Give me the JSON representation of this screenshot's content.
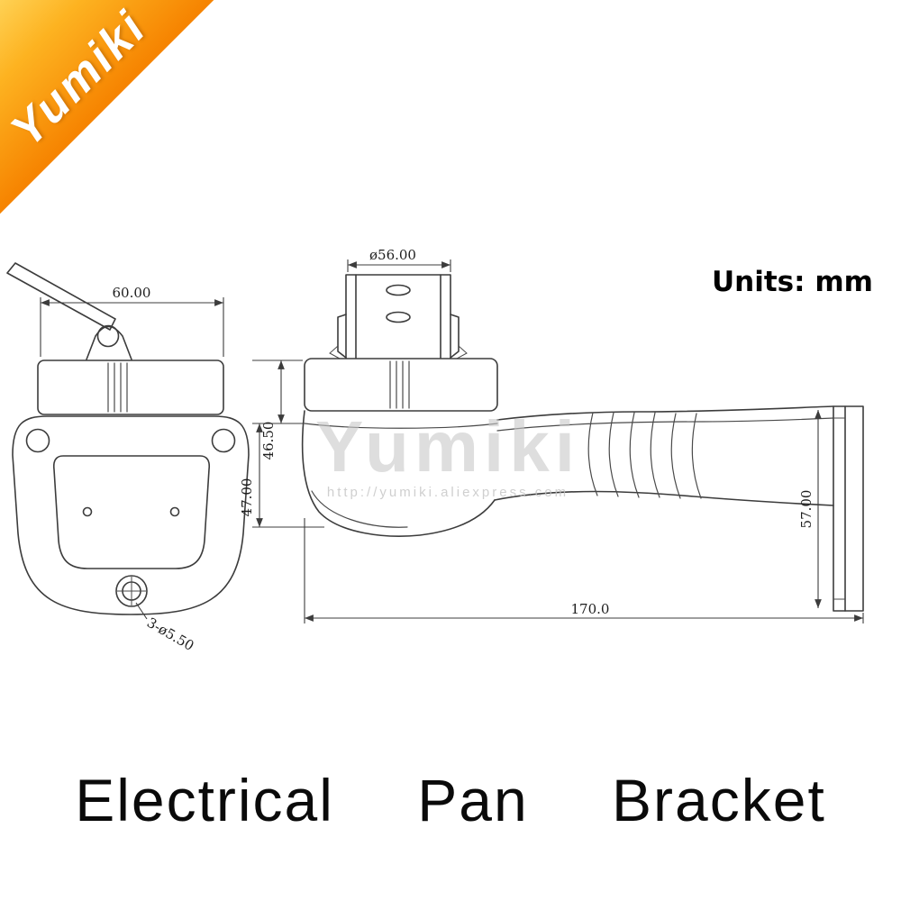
{
  "ribbon": {
    "brand": "Yumiki"
  },
  "header": {
    "units_label": "Units: mm"
  },
  "watermark": {
    "brand": "Yumiki",
    "url": "http://yumiki.aliexpress.com"
  },
  "front_view": {
    "width_dim": "60.00",
    "hole_callout": "3-ø5.50"
  },
  "side_view": {
    "diameter_dim": "ø56.00",
    "neck_height_dim": "46.50",
    "head_height_dim": "47.00",
    "plate_height_dim": "57.00",
    "length_dim": "170.0"
  },
  "caption": {
    "title": "Electrical Pan Bracket"
  }
}
